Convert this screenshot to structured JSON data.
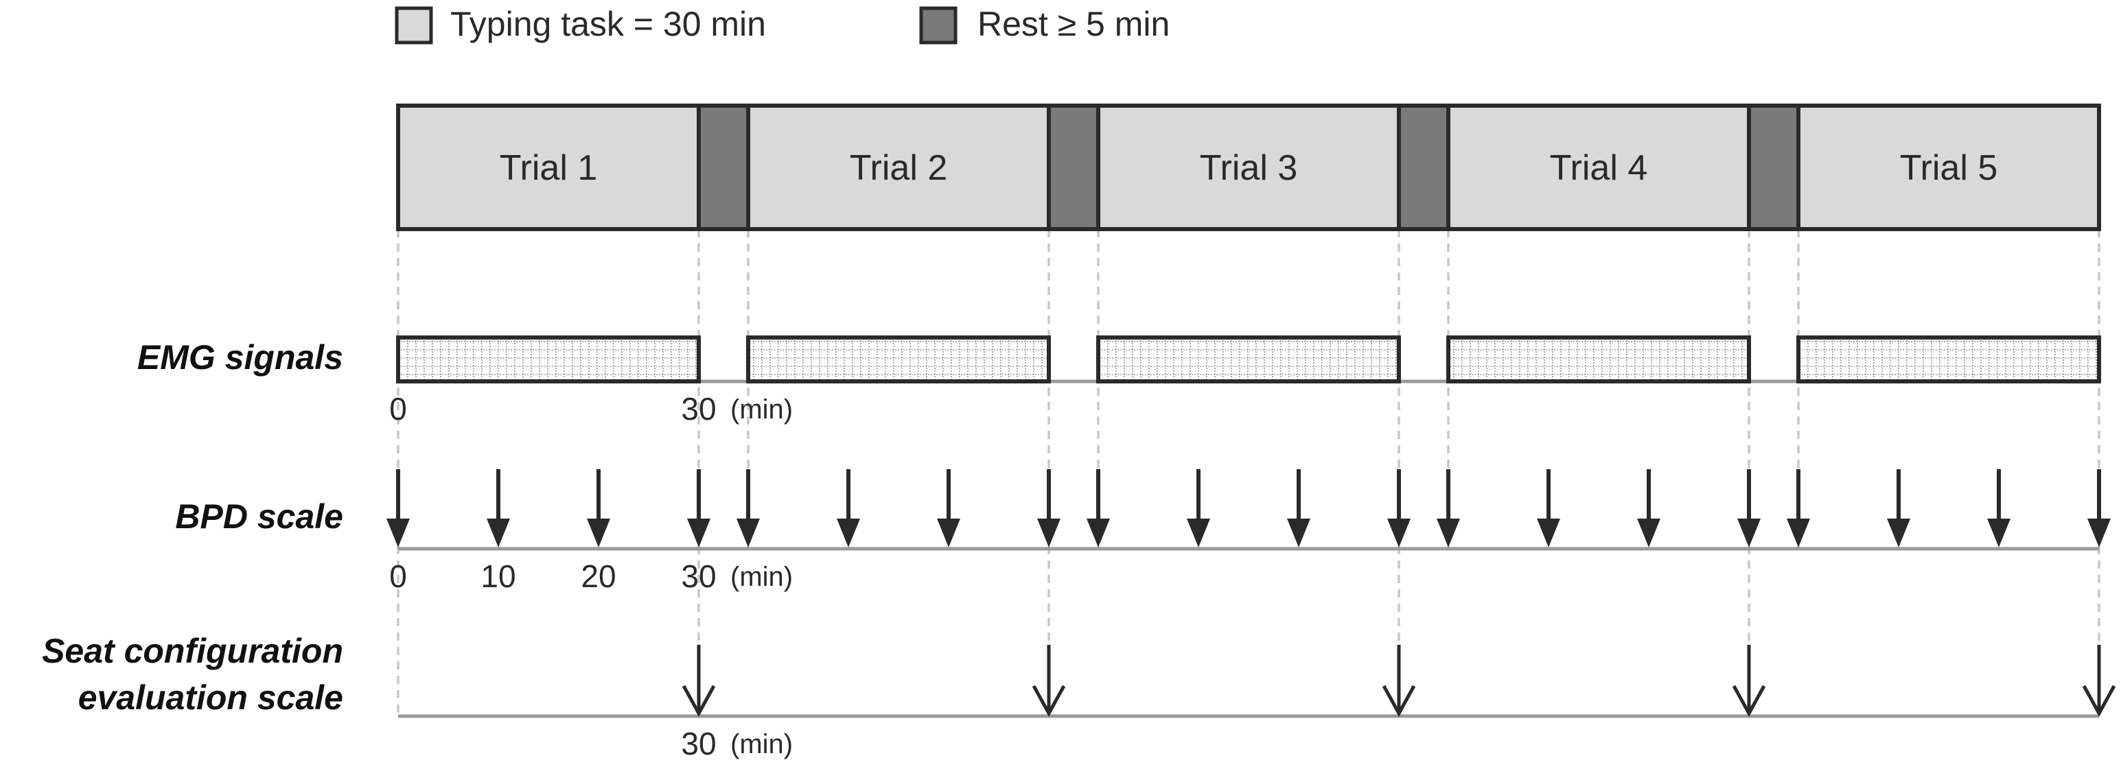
{
  "legend": {
    "typing_label": "Typing task = 30 min",
    "rest_label": "Rest ≥ 5 min",
    "colors": {
      "task": "#d9d9d9",
      "rest": "#7a7a7a"
    }
  },
  "trials": [
    {
      "label": "Trial 1"
    },
    {
      "label": "Trial 2"
    },
    {
      "label": "Trial 3"
    },
    {
      "label": "Trial 4"
    },
    {
      "label": "Trial 5"
    }
  ],
  "rows": {
    "emg": {
      "label": "EMG signals",
      "start_tick": "0",
      "end_tick": "30",
      "unit": "(min)"
    },
    "bpd": {
      "label": "BPD scale",
      "ticks": [
        "0",
        "10",
        "20",
        "30"
      ],
      "unit": "(min)"
    },
    "seat": {
      "label_line1": "Seat configuration",
      "label_line2": "evaluation scale",
      "tick": "30",
      "unit": "(min)"
    }
  }
}
